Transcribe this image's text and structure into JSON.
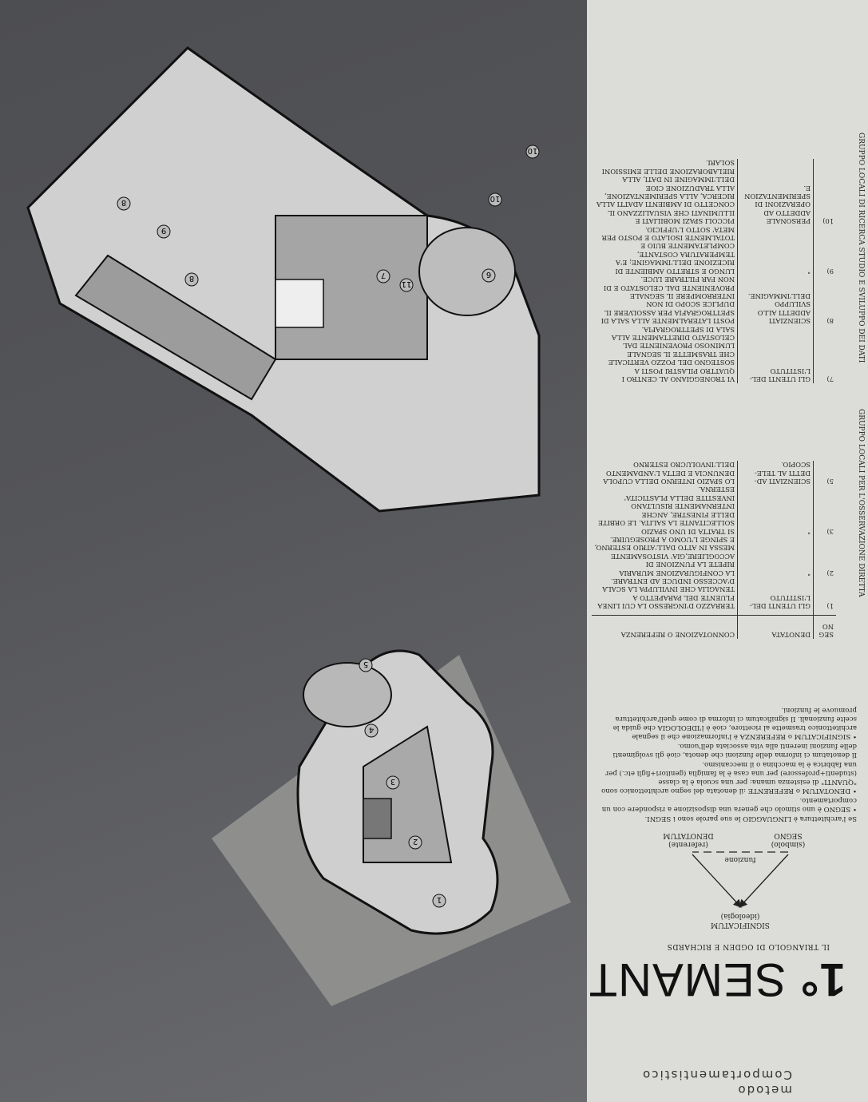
{
  "header": {
    "method": "metodo",
    "method_name": "Comportamentistico",
    "number": "1°",
    "title": "SEMANTICA"
  },
  "diagram": {
    "caption": "IL TRIANGOLO DI OGDEN E RICHARDS",
    "top": "SIGNIFICATUM",
    "top_sub": "(ideologia)",
    "left": "SEGNO",
    "left_sub": "(simbolo)",
    "right": "DENOTATUM",
    "right_sub": "(referente)",
    "edge": "funzione"
  },
  "paragraphs": [
    "Se l'architettura è LINGUAGGIO le sue parole sono i SEGNI.",
    "• SEGNO è uno stimolo che genera una disposizione a rispondere con un comportamento.",
    "• DENOTATUM o REFERENTE :il denotata del segno architettonico sono \"QUANTI\" di esistenza umana: per una scuola è la classe (studenti+professore) per una casa è la famiglia (genitori+figli etc.) per una fabbrica è la macchina o il meccanismo.",
    "Il denotatum ci informa delle funzioni che denota, cioè gli svolgimenti delle funzioni inerenti alla vita associata dell'uomo.",
    "• SIGNIFICATUM o REFERENZA è l'informazione che il segnale architettonico trasmette al ricettore, cioè è l'IDEOLOGIA che guida le scelte funzionali. Il significatum ci informa di come quell'architettura promuove le funzioni."
  ],
  "table": {
    "headers": [
      "SEGNO",
      "DENOTATA",
      "CONNOTAZIONE O REFERENZA"
    ],
    "group1": "GRUPPO LOCALI PER L'OSSERVAZIONE DIRETTA",
    "group2": "GRUPPO LOCALI DI RICERCA STUDIO E SVILUPPO DEI DATI",
    "rows1": [
      {
        "n": "1)",
        "d": "GLI UTENTI DEL-L'ISTITUTO",
        "c": "TERRAZZO D'INGRESSO LA CUI LINEA FLUENTE DEL PARAPETTO A TENAGLIA CHE INVILUPPA LA SCALA D'ACCESSO INDUCE AD ENTRARE."
      },
      {
        "n": "2)",
        "d": "\"",
        "c": "LA CONFIGURAZIONE MURARIA RIPETE LA FUNZIONE DI ACCOGLIERE,GIA' VISTOSAMENTE MESSA IN ATTO DALL'ATRIO ESTERNO, E SPINGE L'UOMO A PROSEGUIRE."
      },
      {
        "n": "3)",
        "d": "\"",
        "c": "SI TRATTA DI UNO SPAZIO SOLLECITANTE LA SALITA. LE ORBITE DELLE FINESTRE, ANCHE INTERNAMENTE RISULTANO INVESTITE DELLA PLASTICITA' ESTERNA."
      },
      {
        "n": "5)",
        "d": "SCIENZIATI AD-DETTI AL TELE-SCOPIO.",
        "c": "LO SPAZIO INTERNO DELLA CUPOLA DENUNCIA E DETTA L'ANDAMENTO DELL'INVOLUCRO ESTERNO"
      }
    ],
    "rows2": [
      {
        "n": "7)",
        "d": "GLI UTENTI DEL-L'ISTITUTO",
        "c": "VI TRONEGGIANO AL CENTRO I QUATTRO PILASTRI POSTI A SOSTEGNO DEL POZZO VERTICALE CHE TRASMETTE IL SEGNALE LUMINOSO PROVENIENTE DAL CELOSTATO DIRETTAMENTE ALLA SALA DI SPETTROGRAFIA."
      },
      {
        "n": "8)",
        "d": "SCIENZIATI ADDETTI ALLO SVILUPPO DELL'IMMAGINE.",
        "c": "POSTI LATERALMENTE ALLA SALA DI SPETTROGRAFIA PER ASSOLVERE IL DUPLICE SCOPO DI NON INTERROMPERE IL SEGNALE PROVENIENTE DAL CELOSTATO E DI NON FAR FILTRARE LUCE."
      },
      {
        "n": "9)",
        "d": "\"",
        "c": "LUNGO E STRETTO AMBIENTE DI RICEZIONE DELL'IMMAGINE; E'A TEMPERATURA COSTANTE, COMPLETAMENTE BUIO E TOTALMENTE ISOLATO E POSTO PER META' SOTTO L'UFFICIO."
      },
      {
        "n": "10)",
        "d": "PERSONALE ADDETTO AD OPERAZIONI DI SPERIMENTAZIONE.",
        "c": "PICCOLI SPAZI MOBILIATI E ILLUMINATI CHE VISUALIZZANO IL CONCETTO DI AMBIENTI ADATTI ALLA RICERCA, ALLA SPERIMENTAZIONE, ALLA TRADUZIONE CIOE DELL'IMMAGINE IN DATI, ALLA RIELABORAZIONE DELLE EMISSIONI SOLARI."
      }
    ]
  },
  "drawing_labels": {
    "left": [
      "1",
      "2",
      "3",
      "4",
      "5"
    ],
    "right": [
      "6",
      "7",
      "8",
      "8",
      "9",
      "10",
      "10",
      "11"
    ]
  },
  "colors": {
    "paper": "#dcdcd8",
    "background": "#5d5e62",
    "drawing": "#c9c9c9"
  }
}
